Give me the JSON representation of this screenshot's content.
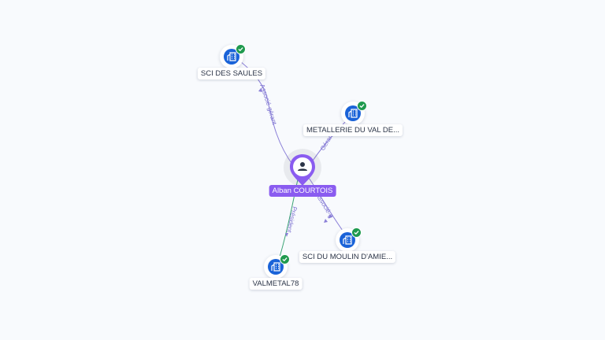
{
  "center": {
    "name": "Alban COURTOIS",
    "icon": "person-icon",
    "color": "#8a5cf0"
  },
  "companies": [
    {
      "name": "SCI DES SAULES",
      "icon": "building-icon",
      "verified": true
    },
    {
      "name": "METALLERIE DU VAL DE...",
      "icon": "building-icon",
      "verified": true
    },
    {
      "name": "SCI DU MOULIN D'AMIE...",
      "icon": "building-icon",
      "verified": true
    },
    {
      "name": "VALMETAL78",
      "icon": "building-icon",
      "verified": true
    }
  ],
  "edges": [
    {
      "to": "SCI DES SAULES",
      "label": "Associé-gérant"
    },
    {
      "to": "METALLERIE DU VAL DE...",
      "label": "Gérant"
    },
    {
      "to": "SCI DU MOULIN D'AMIE...",
      "label": "Associé-gérant"
    },
    {
      "to": "VALMETAL78",
      "label": "Président"
    }
  ],
  "colors": {
    "company_icon": "#1a63d8",
    "verified_badge": "#1f9a4e",
    "edge": "#8b7fd8"
  }
}
